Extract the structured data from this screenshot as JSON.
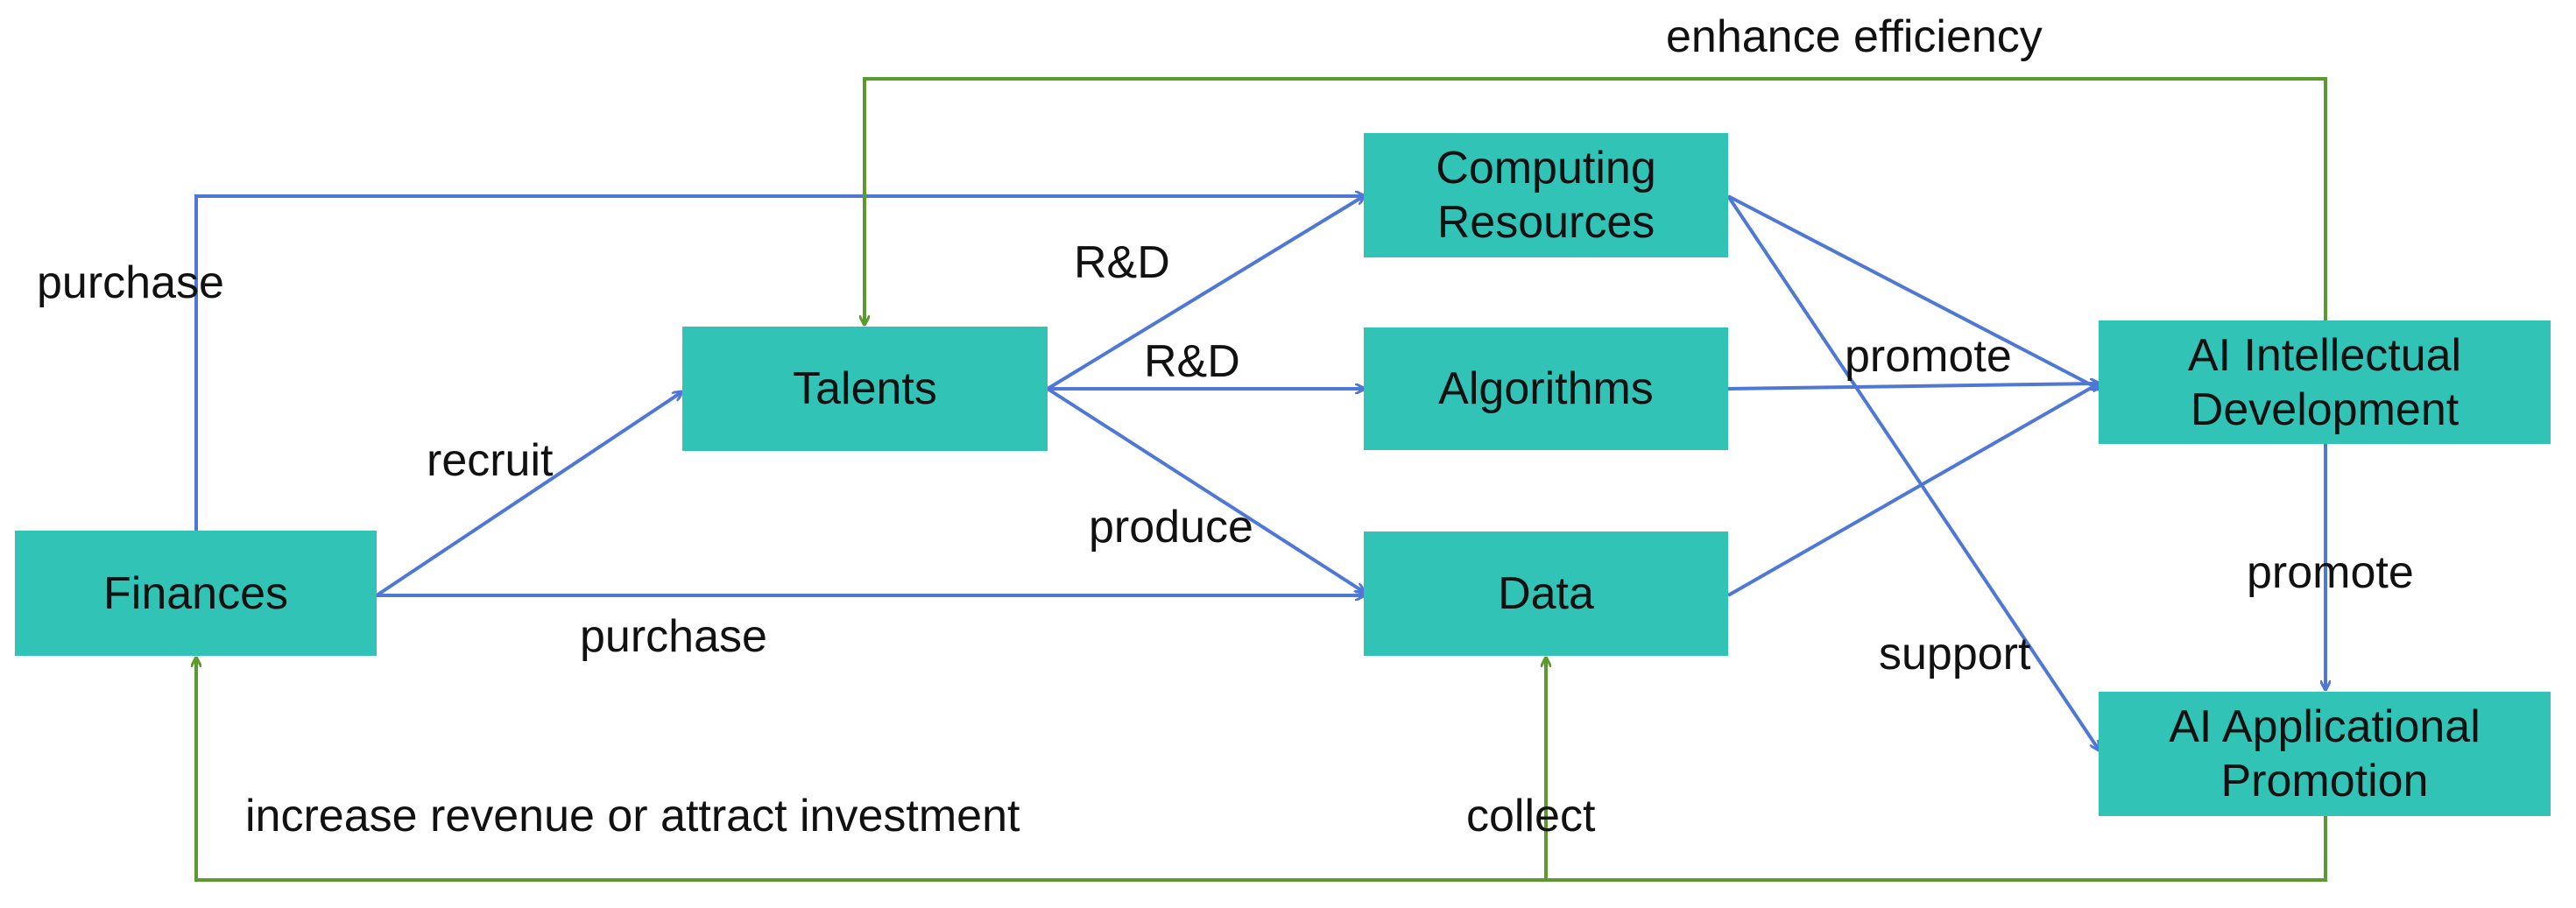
{
  "colors": {
    "node_fill": "#31c3b5",
    "forward_edge": "#4f78d6",
    "feedback_edge": "#5a9a2e",
    "text": "#111111"
  },
  "nodes": {
    "finances": "Finances",
    "talents": "Talents",
    "computing": "Computing\nResources",
    "algorithms": "Algorithms",
    "data": "Data",
    "ai_intellectual": "AI Intellectual\nDevelopment",
    "ai_applicational": "AI Applicational\nPromotion"
  },
  "edge_labels": {
    "enhance_efficiency": "enhance efficiency",
    "purchase_compute": "purchase",
    "recruit": "recruit",
    "purchase_data": "purchase",
    "rd_compute": "R&D",
    "rd_algorithms": "R&D",
    "produce": "produce",
    "promote_intellectual": "promote",
    "promote_application": "promote",
    "support": "support",
    "increase_revenue": "increase revenue or attract investment",
    "collect": "collect"
  }
}
